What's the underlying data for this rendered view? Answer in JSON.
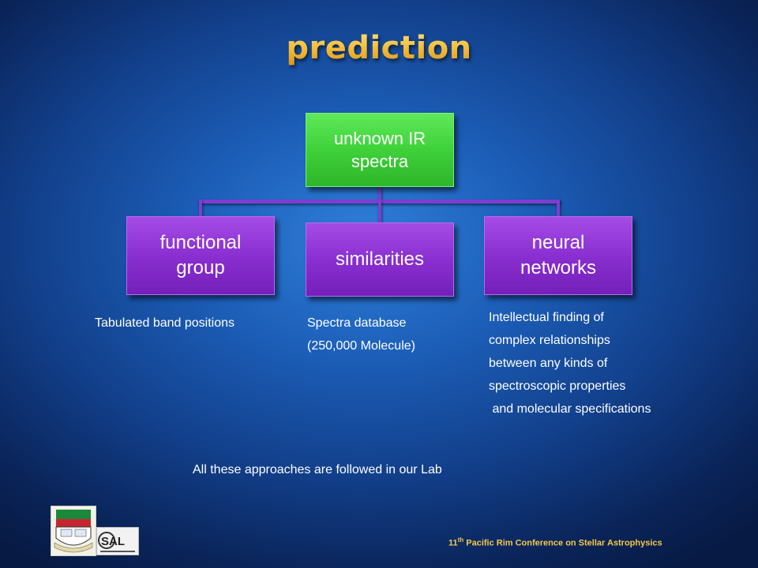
{
  "title": "prediction",
  "root": {
    "label": "unknown IR spectra"
  },
  "children": [
    {
      "label": "functional group"
    },
    {
      "label": "similarities"
    },
    {
      "label": "neural networks"
    }
  ],
  "notes": {
    "functional_group": "Tabulated band positions",
    "similarities": [
      "Spectra database",
      "(250,000 Molecule)"
    ],
    "neural_networks": [
      "Intellectual finding of",
      "complex relationships",
      "between any kinds of",
      "spectroscopic properties",
      " and molecular specifications"
    ]
  },
  "summary": "All these approaches are followed in our Lab",
  "conference": {
    "num": "11",
    "sup": "th",
    "rest": " Pacific Rim Conference on Stellar Astrophysics"
  },
  "logos": {
    "university": "university-crest",
    "lab": "SAL"
  },
  "colors": {
    "title": "#f6c84a",
    "root": "#3fd13a",
    "child": "#8a2fd1",
    "connector": "#7b3fd0"
  }
}
